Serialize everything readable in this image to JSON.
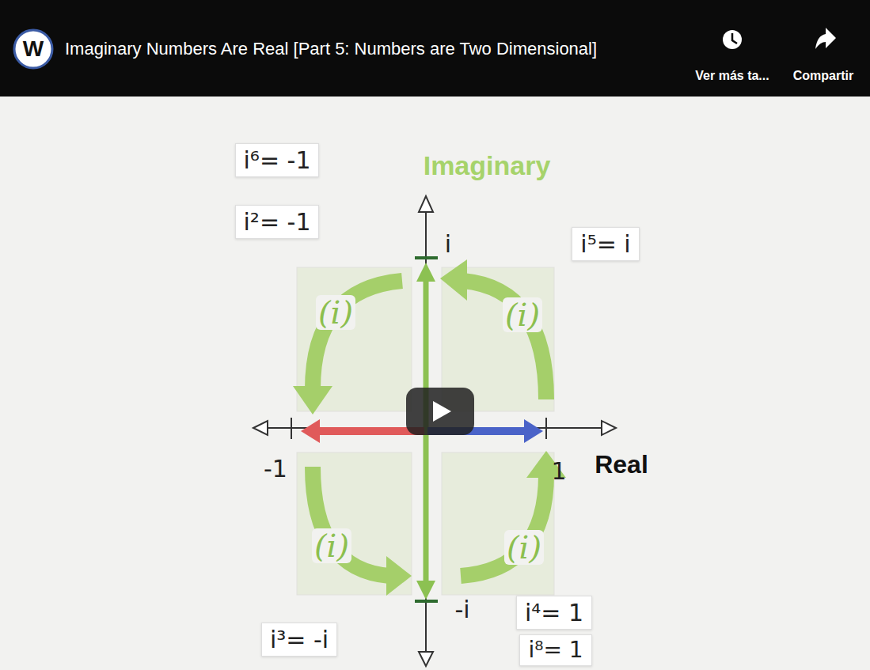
{
  "diagram": {
    "title": "Imaginary Numbers Are Real [Part 5: Numbers are Two Dimensional]",
    "labels": [
      "W",
      "Ver más ta...",
      "Compartir",
      "i⁶= -1",
      "i²= -1",
      "i⁵= i",
      "Imaginary",
      "i",
      "(i)",
      "(i)",
      "-1",
      "1",
      "Real",
      "(i)",
      "(i)",
      "-i",
      "i³= -i",
      "i⁴= 1",
      "i⁸= 1"
    ]
  }
}
